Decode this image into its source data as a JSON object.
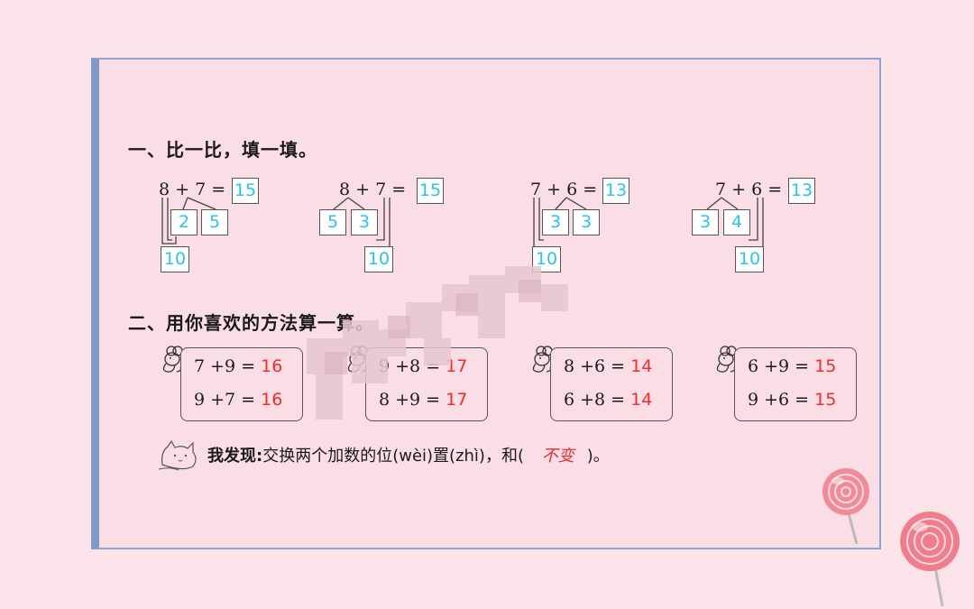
{
  "section1": {
    "heading": "一、比一比，填一填。",
    "problems": [
      {
        "expr": "8 + 7 =",
        "answer": "15",
        "split": [
          "2",
          "5"
        ],
        "ten": "10"
      },
      {
        "expr": "8 + 7 =",
        "answer": "15",
        "split": [
          "5",
          "3"
        ],
        "ten": "10"
      },
      {
        "expr": "7 + 6 =",
        "answer": "13",
        "split": [
          "3",
          "3"
        ],
        "ten": "10"
      },
      {
        "expr": "7 + 6 =",
        "answer": "13",
        "split": [
          "3",
          "4"
        ],
        "ten": "10"
      }
    ]
  },
  "section2": {
    "heading": "二、用你喜欢的方法算一算。",
    "cards": [
      {
        "rows": [
          {
            "expr": "7 +9 =",
            "ans": "16"
          },
          {
            "expr": "9 +7 =",
            "ans": "16"
          }
        ]
      },
      {
        "rows": [
          {
            "expr": "9 +8 =",
            "ans": "17"
          },
          {
            "expr": "8 +9 =",
            "ans": "17"
          }
        ]
      },
      {
        "rows": [
          {
            "expr": "8 +6 =",
            "ans": "14"
          },
          {
            "expr": "6 +8 =",
            "ans": "14"
          }
        ]
      },
      {
        "rows": [
          {
            "expr": "6 +9 =",
            "ans": "15"
          },
          {
            "expr": "9 +6 =",
            "ans": "15"
          }
        ]
      }
    ]
  },
  "discovery": {
    "label": "我发现:",
    "text": "交换两个加数的位(wèi)置(zhì)，和(",
    "answer": "不变",
    "end": ")。"
  },
  "colors": {
    "answer_blue": "#2bc4e4",
    "answer_red": "#ee2c2c",
    "panel_bg": "#fbdde6",
    "frame": "#7f99c8"
  }
}
